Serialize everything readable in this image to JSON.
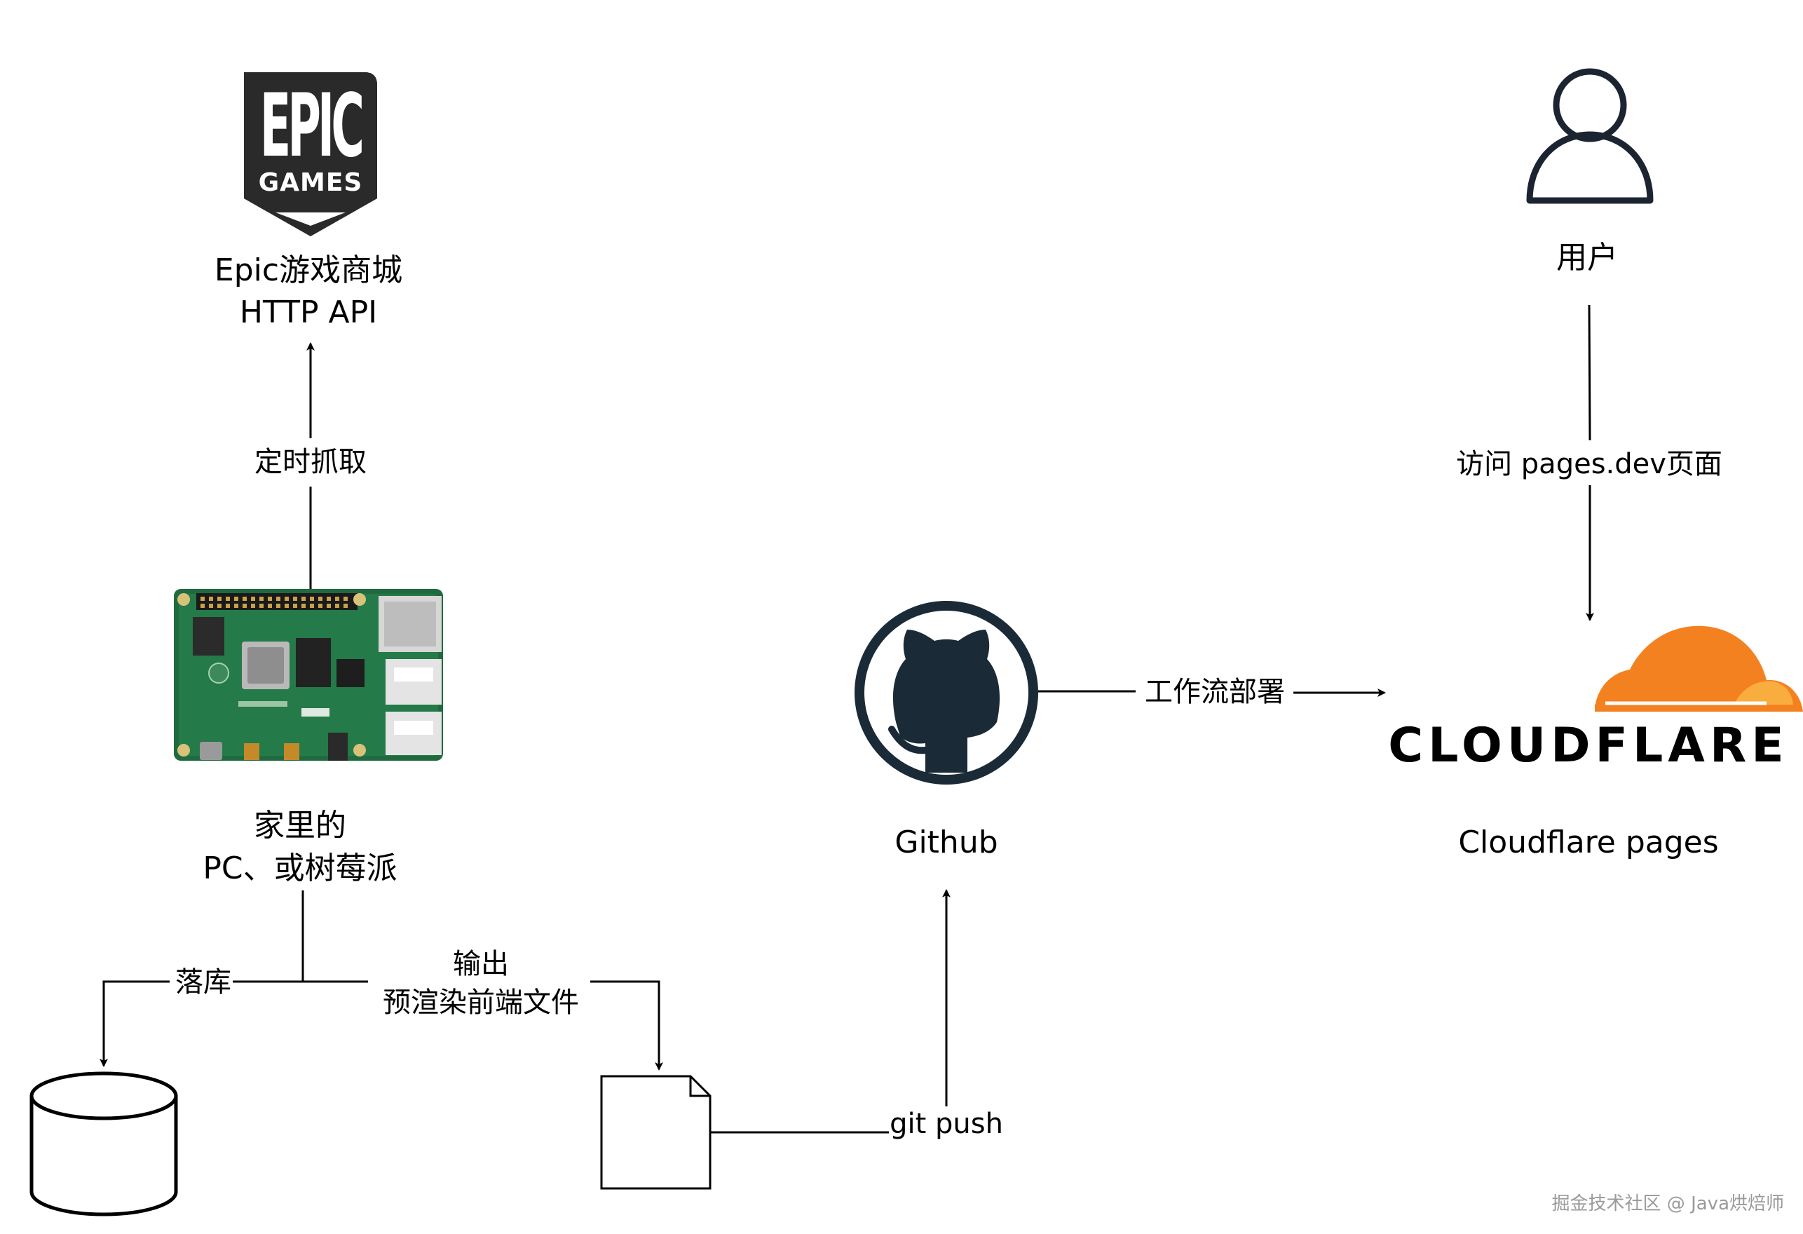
{
  "nodes": {
    "epic": {
      "logo_top": "EPIC",
      "logo_bottom": "GAMES",
      "line1": "Epic游戏商城",
      "line2": "HTTP API"
    },
    "home": {
      "line1": "家里的",
      "line2": "PC、或树莓派"
    },
    "github": {
      "label": "Github"
    },
    "cloudflare": {
      "wordmark": "CLOUDFLARE",
      "label": "Cloudflare pages"
    },
    "user": {
      "label": "用户"
    }
  },
  "edges": {
    "fetch": "定时抓取",
    "store": "落库",
    "output_line1": "输出",
    "output_line2": "预渲染前端文件",
    "git_push": "git push",
    "deploy": "工作流部署",
    "visit": "访问 pages.dev页面"
  },
  "watermark": "掘金技术社区 @ Java烘焙师",
  "colors": {
    "line": "#000000",
    "epic_bg": "#2a2a2a",
    "github_dark": "#1b2a37",
    "cloudflare_orange": "#f48120",
    "cloudflare_light": "#faad3f",
    "pcb_green": "#1f6b3f",
    "user_stroke": "#1b2430"
  }
}
